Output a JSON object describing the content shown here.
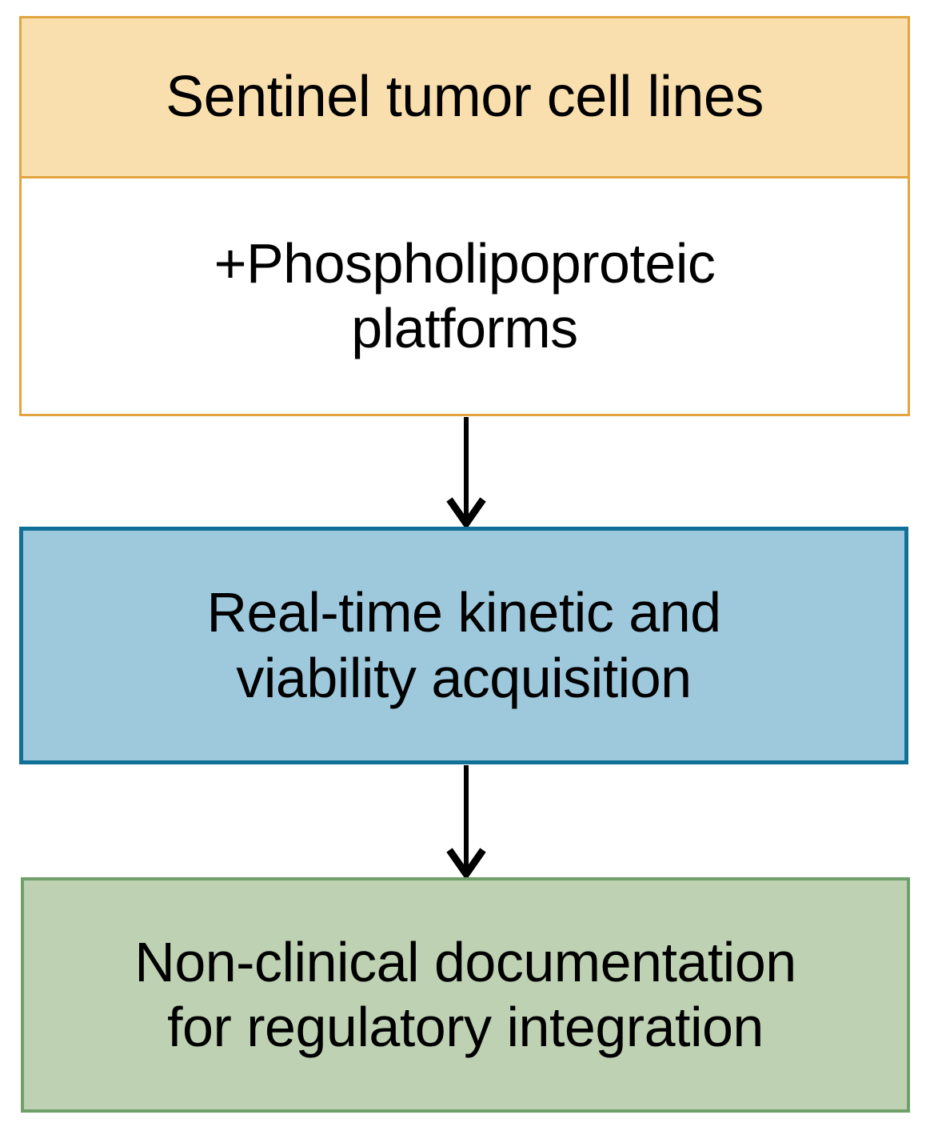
{
  "diagram": {
    "type": "flowchart",
    "orientation": "vertical",
    "background_color": "#FFFFFF",
    "nodes": [
      {
        "id": "sentinel-cell-lines",
        "header_label": "Sentinel tumor cell lines",
        "body_label": "+Phospholipoproteic\nplatforms",
        "fill_color": "#FADFAE",
        "body_fill_color": "#FFFFFF",
        "border_color": "#E2A53F"
      },
      {
        "id": "acquisition",
        "label": "Real-time kinetic and\nviability acquisition",
        "fill_color": "#9EC9DD",
        "border_color": "#107098"
      },
      {
        "id": "documentation",
        "label": "Non-clinical documentation\nfor regulatory integration",
        "fill_color": "#BED1B3",
        "border_color": "#6FA069"
      }
    ],
    "edges": [
      {
        "id": "edge-1",
        "from": "sentinel-cell-lines",
        "to": "acquisition",
        "label": "",
        "style": "solid-arrow",
        "color": "#000000"
      },
      {
        "id": "edge-2",
        "from": "acquisition",
        "to": "documentation",
        "label": "",
        "style": "solid-arrow",
        "color": "#000000"
      }
    ]
  }
}
